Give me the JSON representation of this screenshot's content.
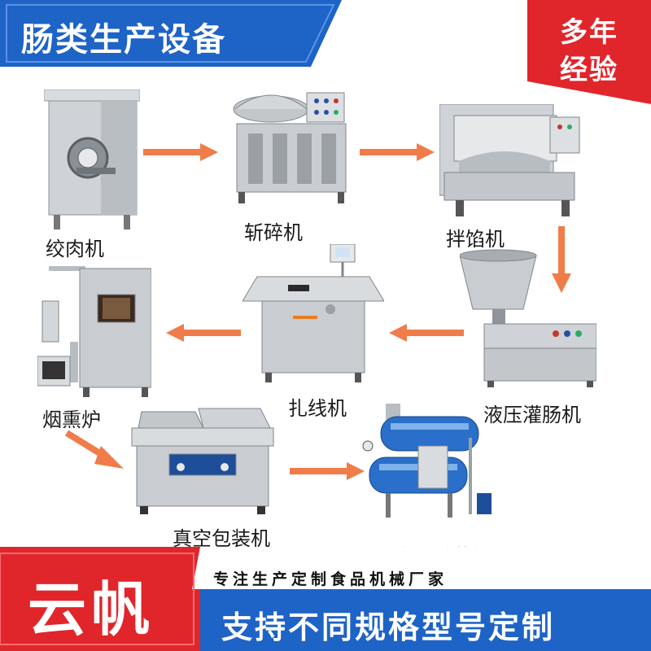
{
  "header": {
    "title": "肠类生产设备"
  },
  "badge": {
    "line1": "多年",
    "line2": "经验"
  },
  "machines": {
    "grinder": "绞肉机",
    "chopper": "斩碎机",
    "mixer": "拌馅机",
    "stuffer": "液压灌肠机",
    "tier": "扎线机",
    "smoker": "烟熏炉",
    "vacuum": "真空包装机",
    "sterilizer": "高温杀菌锅"
  },
  "footer": {
    "brand": "云帆",
    "tagline": "专注生产定制食品机械厂家",
    "slogan": "支持不同规格型号定制"
  },
  "colors": {
    "brand_blue": "#1e63c6",
    "accent_red": "#e0262b",
    "arrow_orange": "#f07c4a",
    "steel": "#c9ccd0"
  }
}
